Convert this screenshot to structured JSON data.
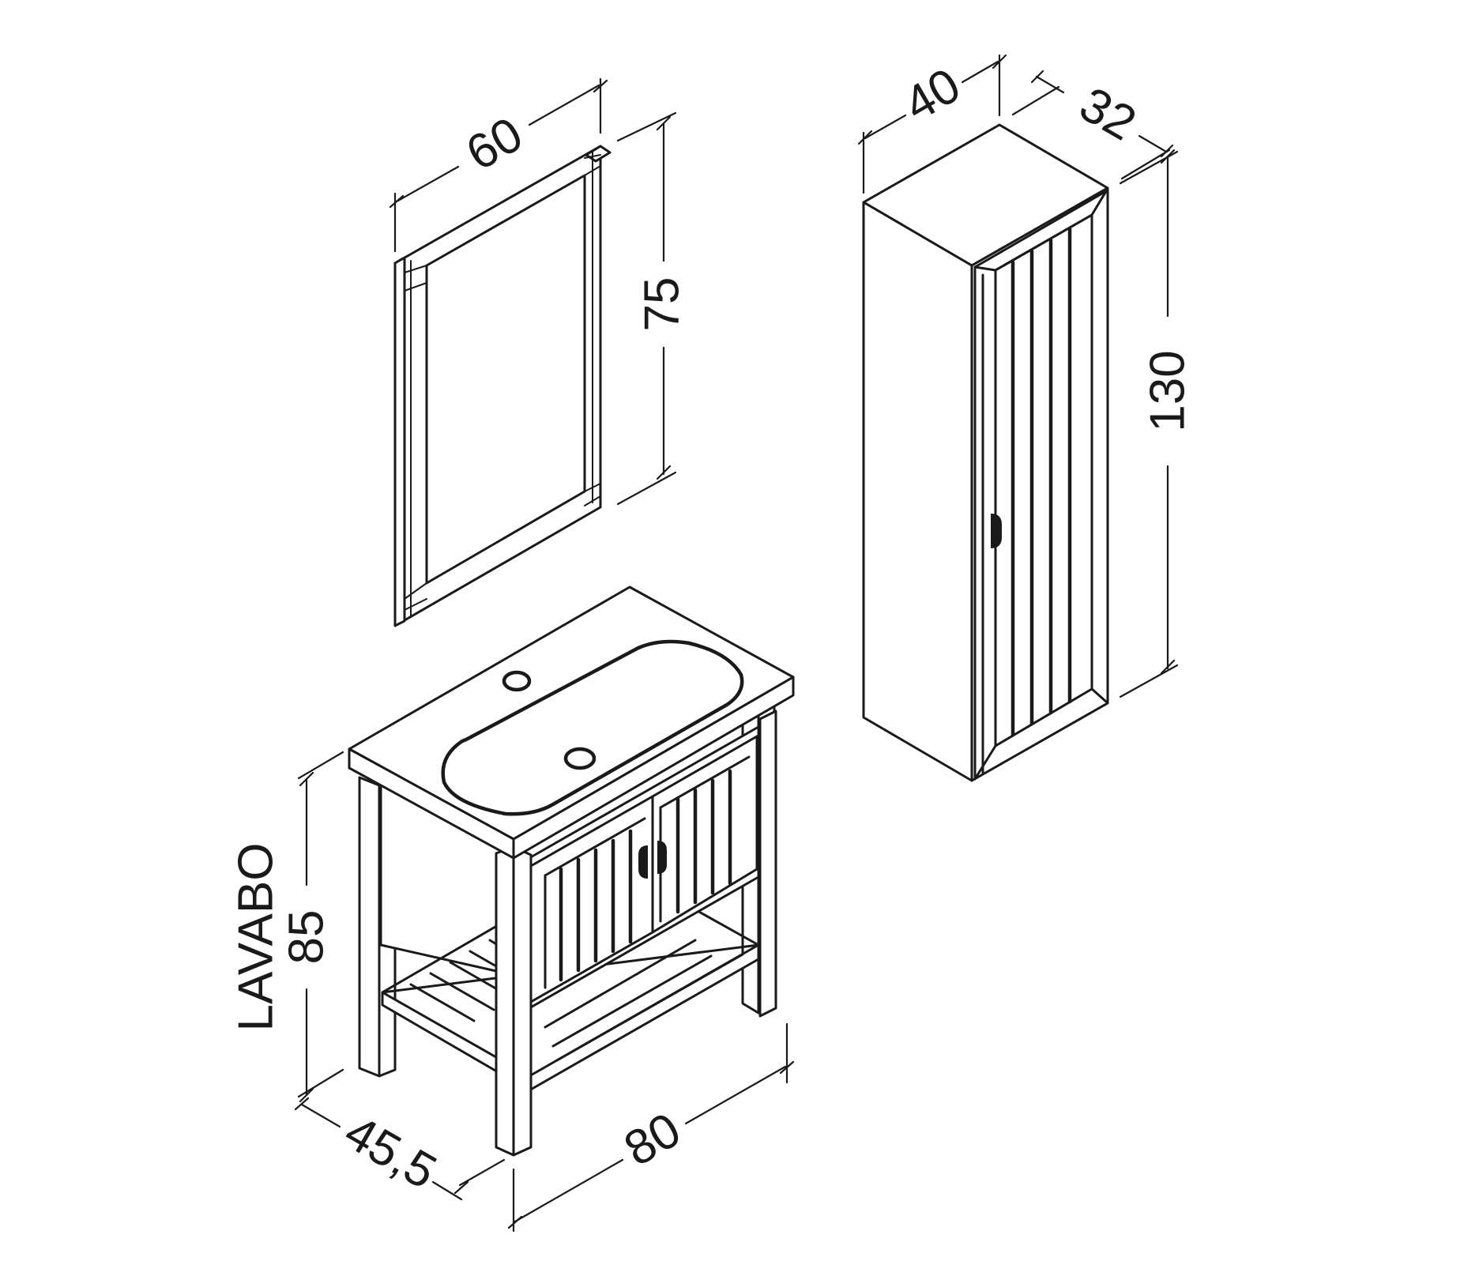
{
  "colors": {
    "line": "#1a1a1a",
    "background": "#ffffff"
  },
  "mirror": {
    "width_label": "60",
    "height_label": "75"
  },
  "tall_cabinet": {
    "width_label": "40",
    "depth_label": "32",
    "height_label": "130"
  },
  "vanity": {
    "name_label": "LAVABO",
    "height_label": "85",
    "depth_label": "45,5",
    "width_label": "80"
  }
}
